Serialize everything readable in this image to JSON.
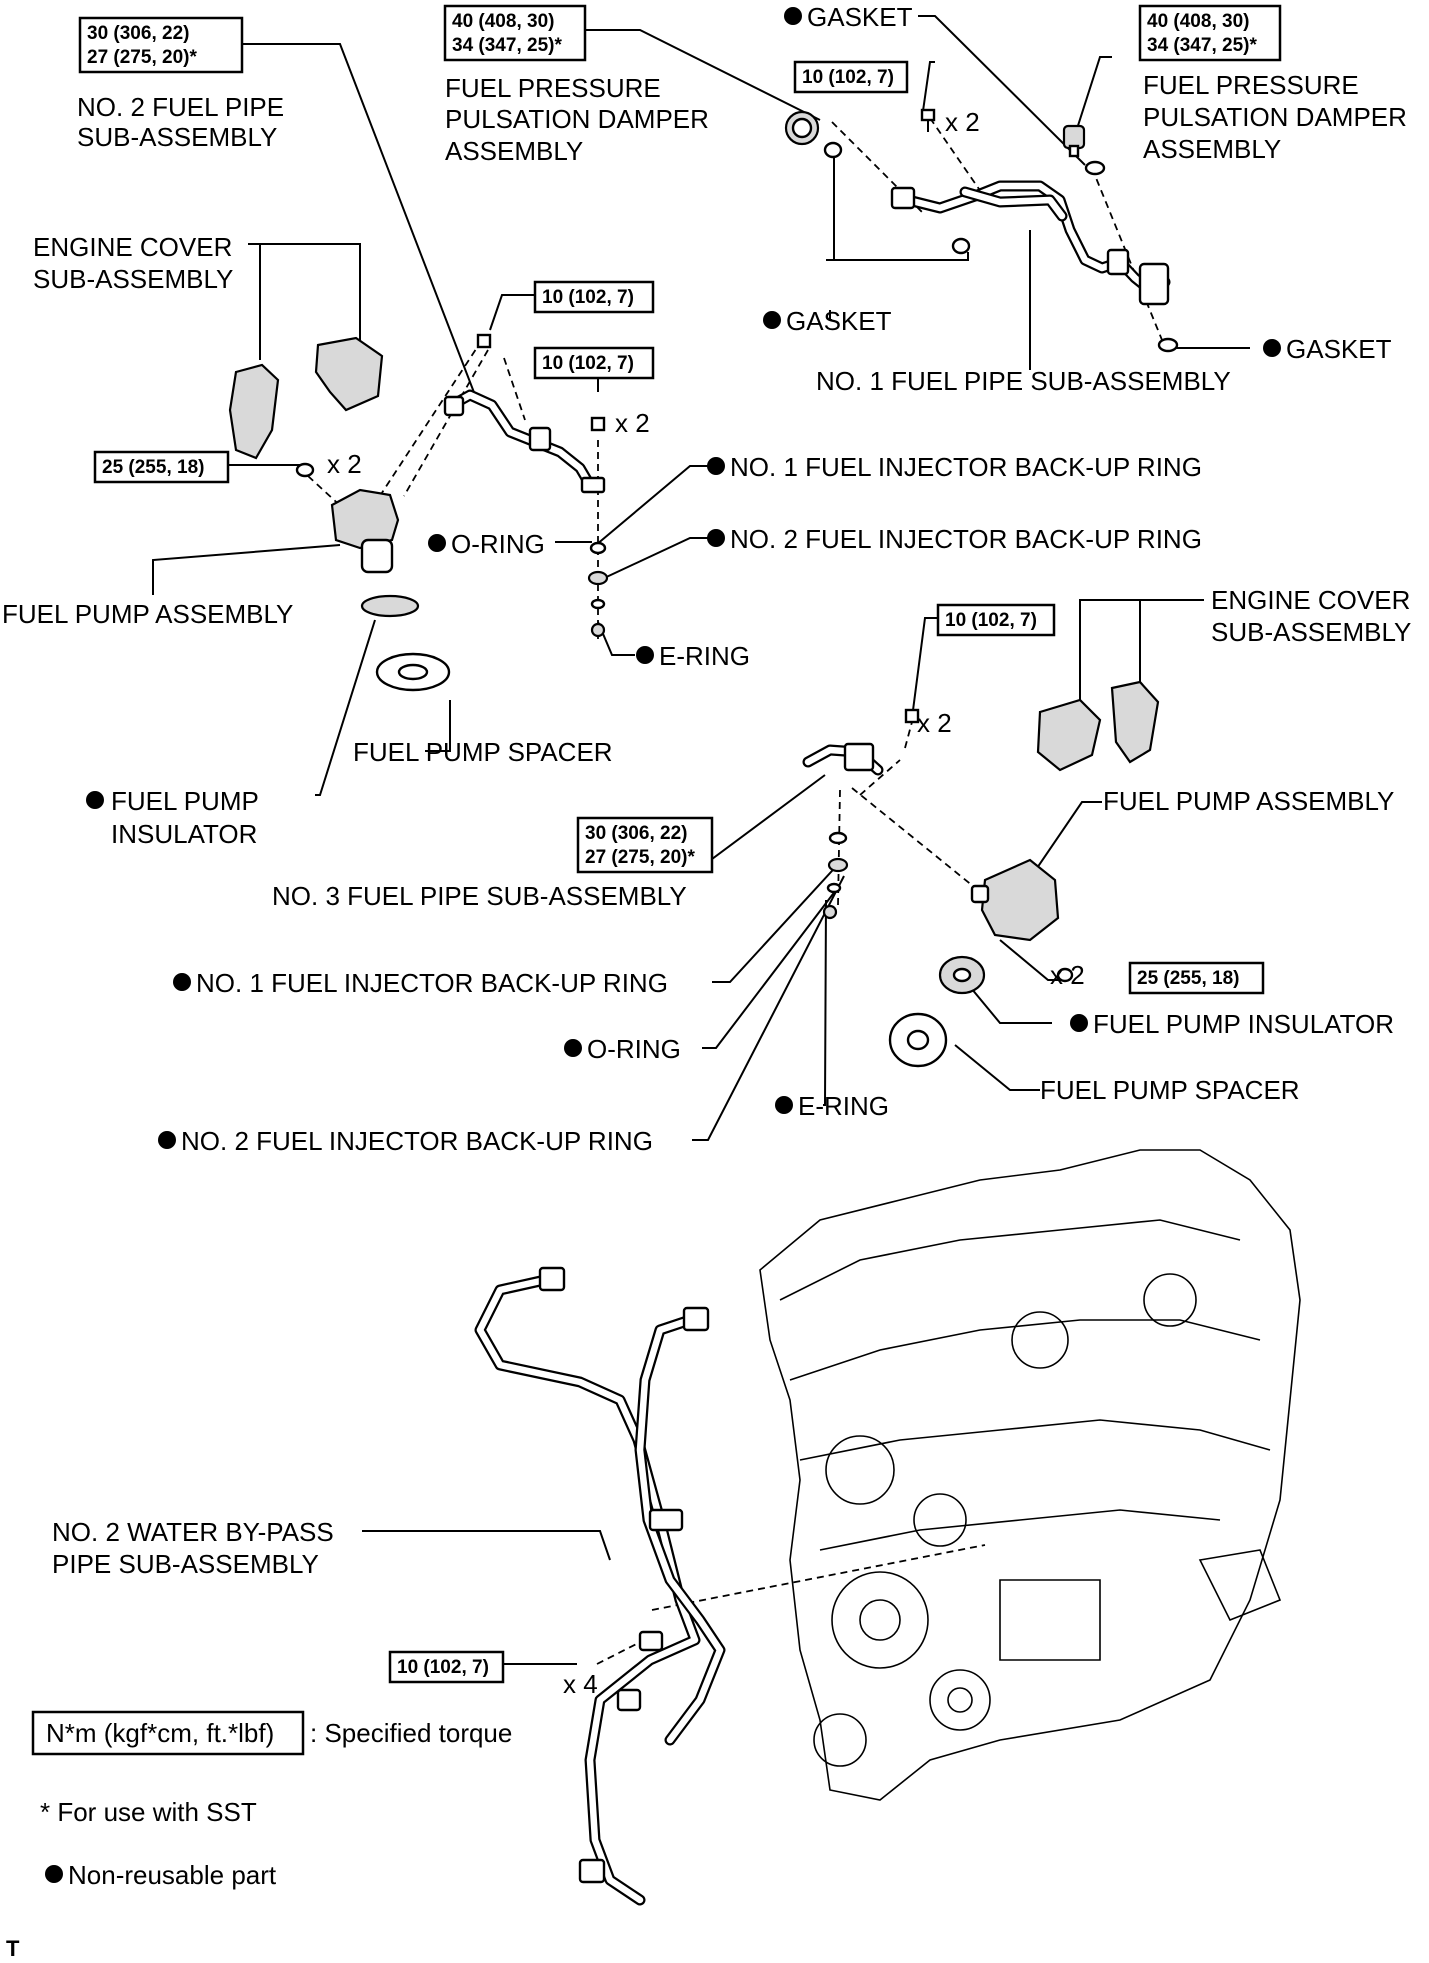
{
  "torque": {
    "t_no2_pipe": [
      "30 (306, 22)",
      "27 (275, 20)*"
    ],
    "t_damper_l": [
      "40 (408, 30)",
      "34 (347, 25)*"
    ],
    "t_damper_r": [
      "40 (408, 30)",
      "34 (347, 25)*"
    ],
    "t_no1_bolt": [
      "10 (102, 7)"
    ],
    "t_mid_bolt_a": [
      "10 (102, 7)"
    ],
    "t_mid_bolt_b": [
      "10 (102, 7)"
    ],
    "t_pump_l": [
      "25 (255, 18)"
    ],
    "t_mid_r_bolt": [
      "10 (102, 7)"
    ],
    "t_no3_pipe": [
      "30 (306, 22)",
      "27 (275, 20)*"
    ],
    "t_pump_r": [
      "25 (255, 18)"
    ],
    "t_water": [
      "10 (102, 7)"
    ]
  },
  "labels": {
    "no2_fuel_pipe": [
      "NO. 2 FUEL PIPE",
      "SUB-ASSEMBLY"
    ],
    "damper_l": [
      "FUEL PRESSURE",
      "PULSATION DAMPER",
      "ASSEMBLY"
    ],
    "gasket_top": "GASKET",
    "damper_r": [
      "FUEL PRESSURE",
      "PULSATION DAMPER",
      "ASSEMBLY"
    ],
    "engine_cover_l": [
      "ENGINE COVER",
      "SUB-ASSEMBLY"
    ],
    "gasket_mid": "GASKET",
    "gasket_right": "GASKET",
    "no1_fuel_pipe": "NO. 1 FUEL PIPE SUB-ASSEMBLY",
    "no1_backup_top": "NO. 1 FUEL INJECTOR BACK-UP RING",
    "oring_top": "O-RING",
    "no2_backup_top": "NO. 2 FUEL INJECTOR BACK-UP RING",
    "fuel_pump_l": "FUEL PUMP ASSEMBLY",
    "ering_top": "E-RING",
    "engine_cover_r": [
      "ENGINE COVER",
      "SUB-ASSEMBLY"
    ],
    "spacer_l": "FUEL PUMP SPACER",
    "insulator_l": [
      "FUEL PUMP",
      "INSULATOR"
    ],
    "fuel_pump_r": "FUEL PUMP ASSEMBLY",
    "no3_fuel_pipe": "NO. 3 FUEL PIPE SUB-ASSEMBLY",
    "no1_backup_bot": "NO. 1 FUEL INJECTOR BACK-UP RING",
    "insulator_r": "FUEL PUMP INSULATOR",
    "oring_bot": "O-RING",
    "spacer_r": "FUEL PUMP SPACER",
    "ering_bot": "E-RING",
    "no2_backup_bot": "NO. 2 FUEL INJECTOR BACK-UP RING",
    "water_bypass": [
      "NO. 2 WATER BY-PASS",
      "PIPE SUB-ASSEMBLY"
    ]
  },
  "multipliers": {
    "m_no1_bolt": "x 2",
    "m_mid_bolt": "x 2",
    "m_pump_l": "x 2",
    "m_mid_r": "x 2",
    "m_pump_r": "x 2",
    "m_water": "x 4"
  },
  "legend": {
    "torque_box": "N*m (kgf*cm, ft.*lbf)",
    "torque_desc": ": Specified torque",
    "sst_note": "* For use with SST",
    "nonreusable": "Non-reusable part"
  },
  "corner_mark": "T"
}
